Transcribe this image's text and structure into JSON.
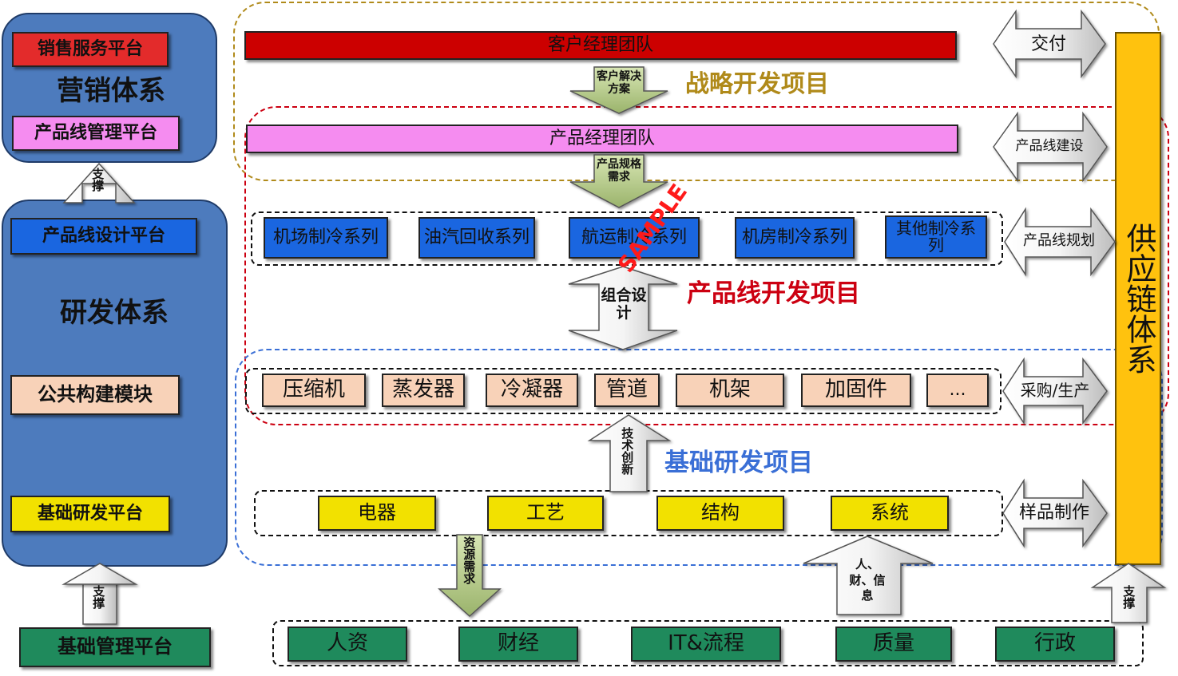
{
  "left": {
    "sales_platform": "销售服务平台",
    "marketing_system": "营销体系",
    "product_line_mgmt": "产品线管理平台",
    "support_top": "支撑",
    "product_line_design": "产品线设计平台",
    "rd_system": "研发体系",
    "common_modules": "公共构建模块",
    "basic_rd_platform": "基础研发平台",
    "support_bottom": "支撑",
    "basic_mgmt_platform": "基础管理平台"
  },
  "teams": {
    "customer_manager": "客户经理团队",
    "product_manager": "产品经理团队"
  },
  "arrows": {
    "customer_solution": "客户解决方案",
    "product_spec": "产品规格需求",
    "combo_design": "组合设计",
    "tech_innovation": "技术创新",
    "resource_demand": "资源需求",
    "people_finance_info": "人、财、信息",
    "support_right": "支撑"
  },
  "projects": {
    "strategic": "战略开发项目",
    "product_line": "产品线开发项目",
    "basic_rd": "基础研发项目"
  },
  "series": [
    "机场制冷系列",
    "油汽回收系列",
    "航运制冷系列",
    "机房制冷系列",
    "其他制冷系列"
  ],
  "components": [
    "压缩机",
    "蒸发器",
    "冷凝器",
    "管道",
    "机架",
    "加固件",
    "..."
  ],
  "basics": [
    "电器",
    "工艺",
    "结构",
    "系统"
  ],
  "support_funcs": [
    "人资",
    "财经",
    "IT&流程",
    "质量",
    "行政"
  ],
  "right_arrows": [
    "交付",
    "产品线建设",
    "产品线规划",
    "采购/生产",
    "样品制作"
  ],
  "supply_chain": "供应链体系",
  "watermark": "SAMPLE",
  "colors": {
    "red": "#cc0000",
    "pink": "#f58cf0",
    "blue": "#1a66e0",
    "peach": "#f8d2b8",
    "yellow": "#f2e100",
    "green": "#1f8a5c",
    "orange": "#ffc20e",
    "panel": "#4d7bbd"
  }
}
